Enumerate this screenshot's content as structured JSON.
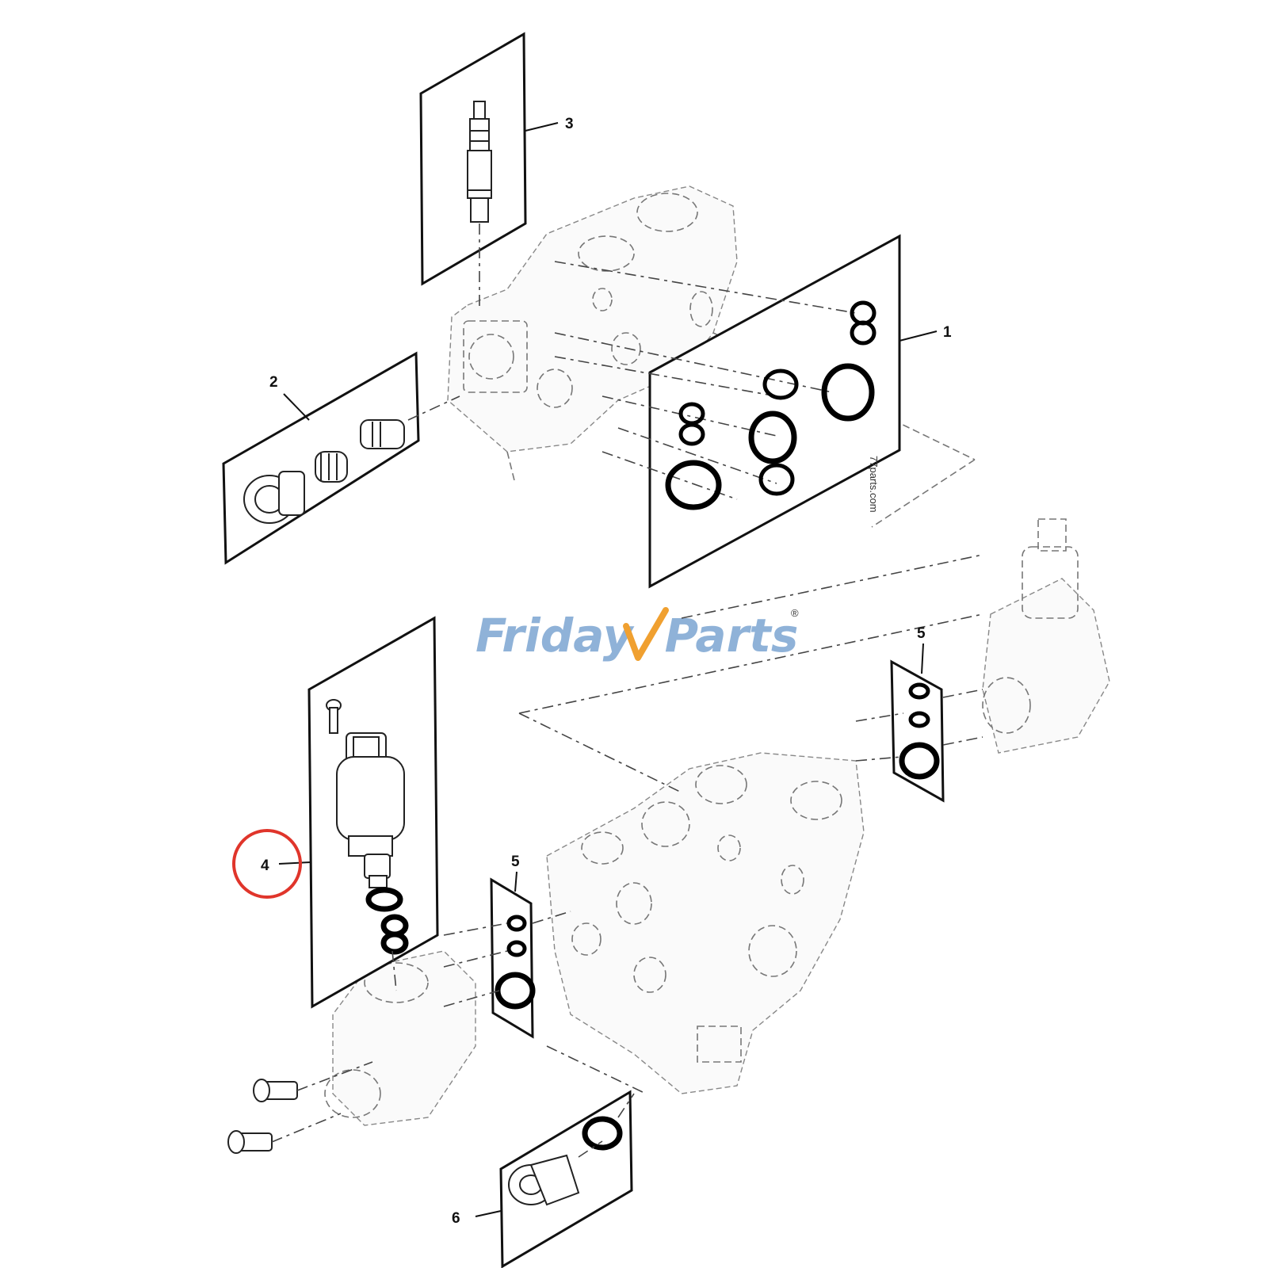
{
  "diagram": {
    "callouts": [
      {
        "id": "callout-1",
        "text": "1"
      },
      {
        "id": "callout-2",
        "text": "2"
      },
      {
        "id": "callout-3",
        "text": "3"
      },
      {
        "id": "callout-4",
        "text": "4"
      },
      {
        "id": "callout-5-upper",
        "text": "5"
      },
      {
        "id": "callout-5-lower",
        "text": "5"
      },
      {
        "id": "callout-6",
        "text": "6"
      }
    ],
    "watermark": "77parts.com",
    "logo": {
      "word1": "Friday",
      "word2": "Parts",
      "registered": "®",
      "color_primary": "#8fb2d8",
      "color_accent": "#f0a030"
    },
    "highlight": {
      "target": "4",
      "color": "#e0352b"
    }
  }
}
